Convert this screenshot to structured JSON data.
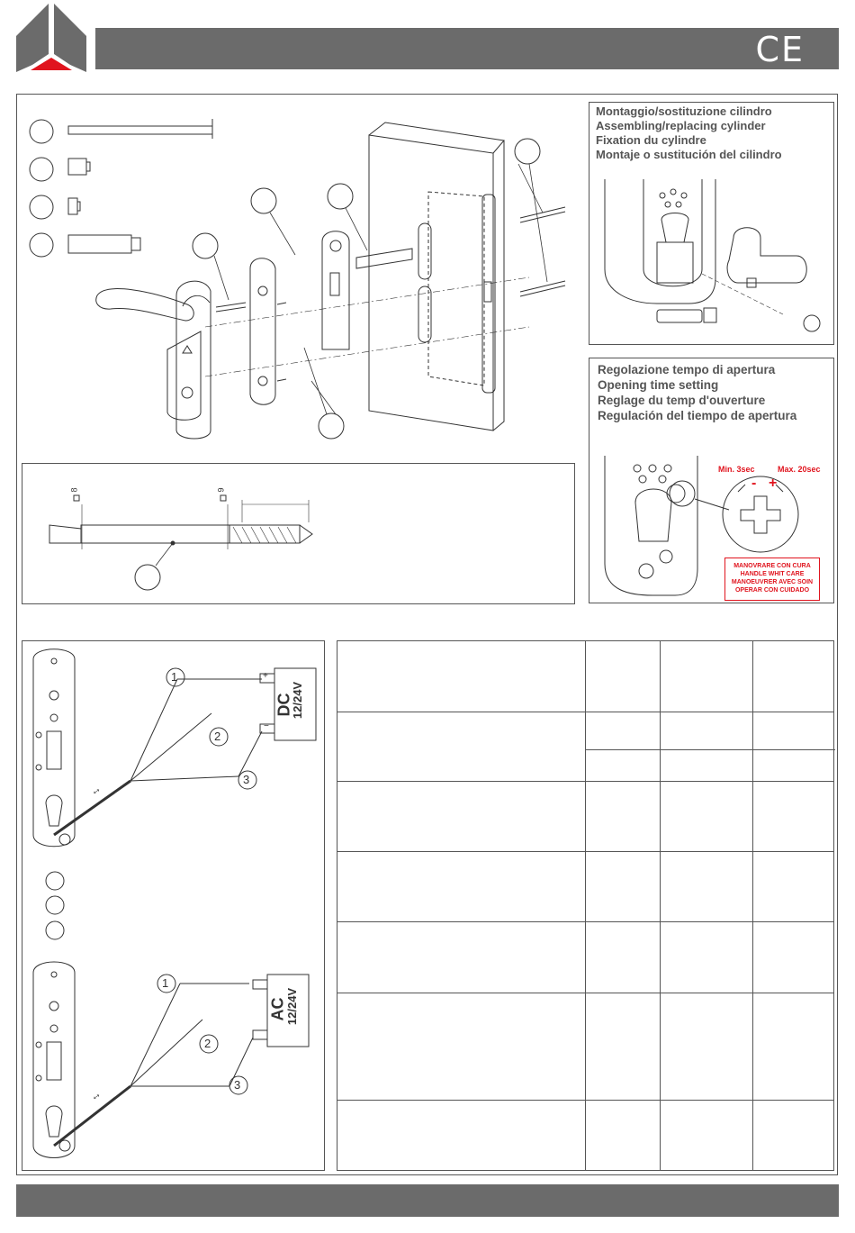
{
  "header": {
    "ce_mark": "CE"
  },
  "cylinder_box": {
    "lines": [
      "Montaggio/sostituzione cilindro",
      "Assembling/replacing cylinder",
      "Fixation du cylindre",
      "Montaje o sustitución del cilindro"
    ]
  },
  "timing_box": {
    "lines": [
      "Regolazione tempo di apertura",
      "Opening time setting",
      "Reglage du temp d'ouverture",
      "Regulación del tiempo de apertura"
    ],
    "min_label": "Min. 3sec",
    "max_label": "Max. 20sec",
    "minus_sign": "-",
    "plus_sign": "+",
    "warning_lines": [
      "MANOVRARE CON CURA",
      "HANDLE WHIT CARE",
      "MANOEUVRER AVEC SOIN",
      "OPERAR CON CUIDADO"
    ]
  },
  "spindle": {
    "dim_left": "8",
    "dim_right": "9"
  },
  "wiring": {
    "dc": {
      "label": "DC",
      "voltage": "12/24V",
      "plus": "+",
      "minus": "−"
    },
    "ac": {
      "label": "AC",
      "voltage": "12/24V"
    },
    "wire_numbers": [
      "1",
      "2",
      "3"
    ],
    "arrow_symbol": "↔"
  },
  "colors": {
    "bar_gray": "#6b6b6b",
    "logo_red": "#e0141e",
    "line": "#333333"
  }
}
